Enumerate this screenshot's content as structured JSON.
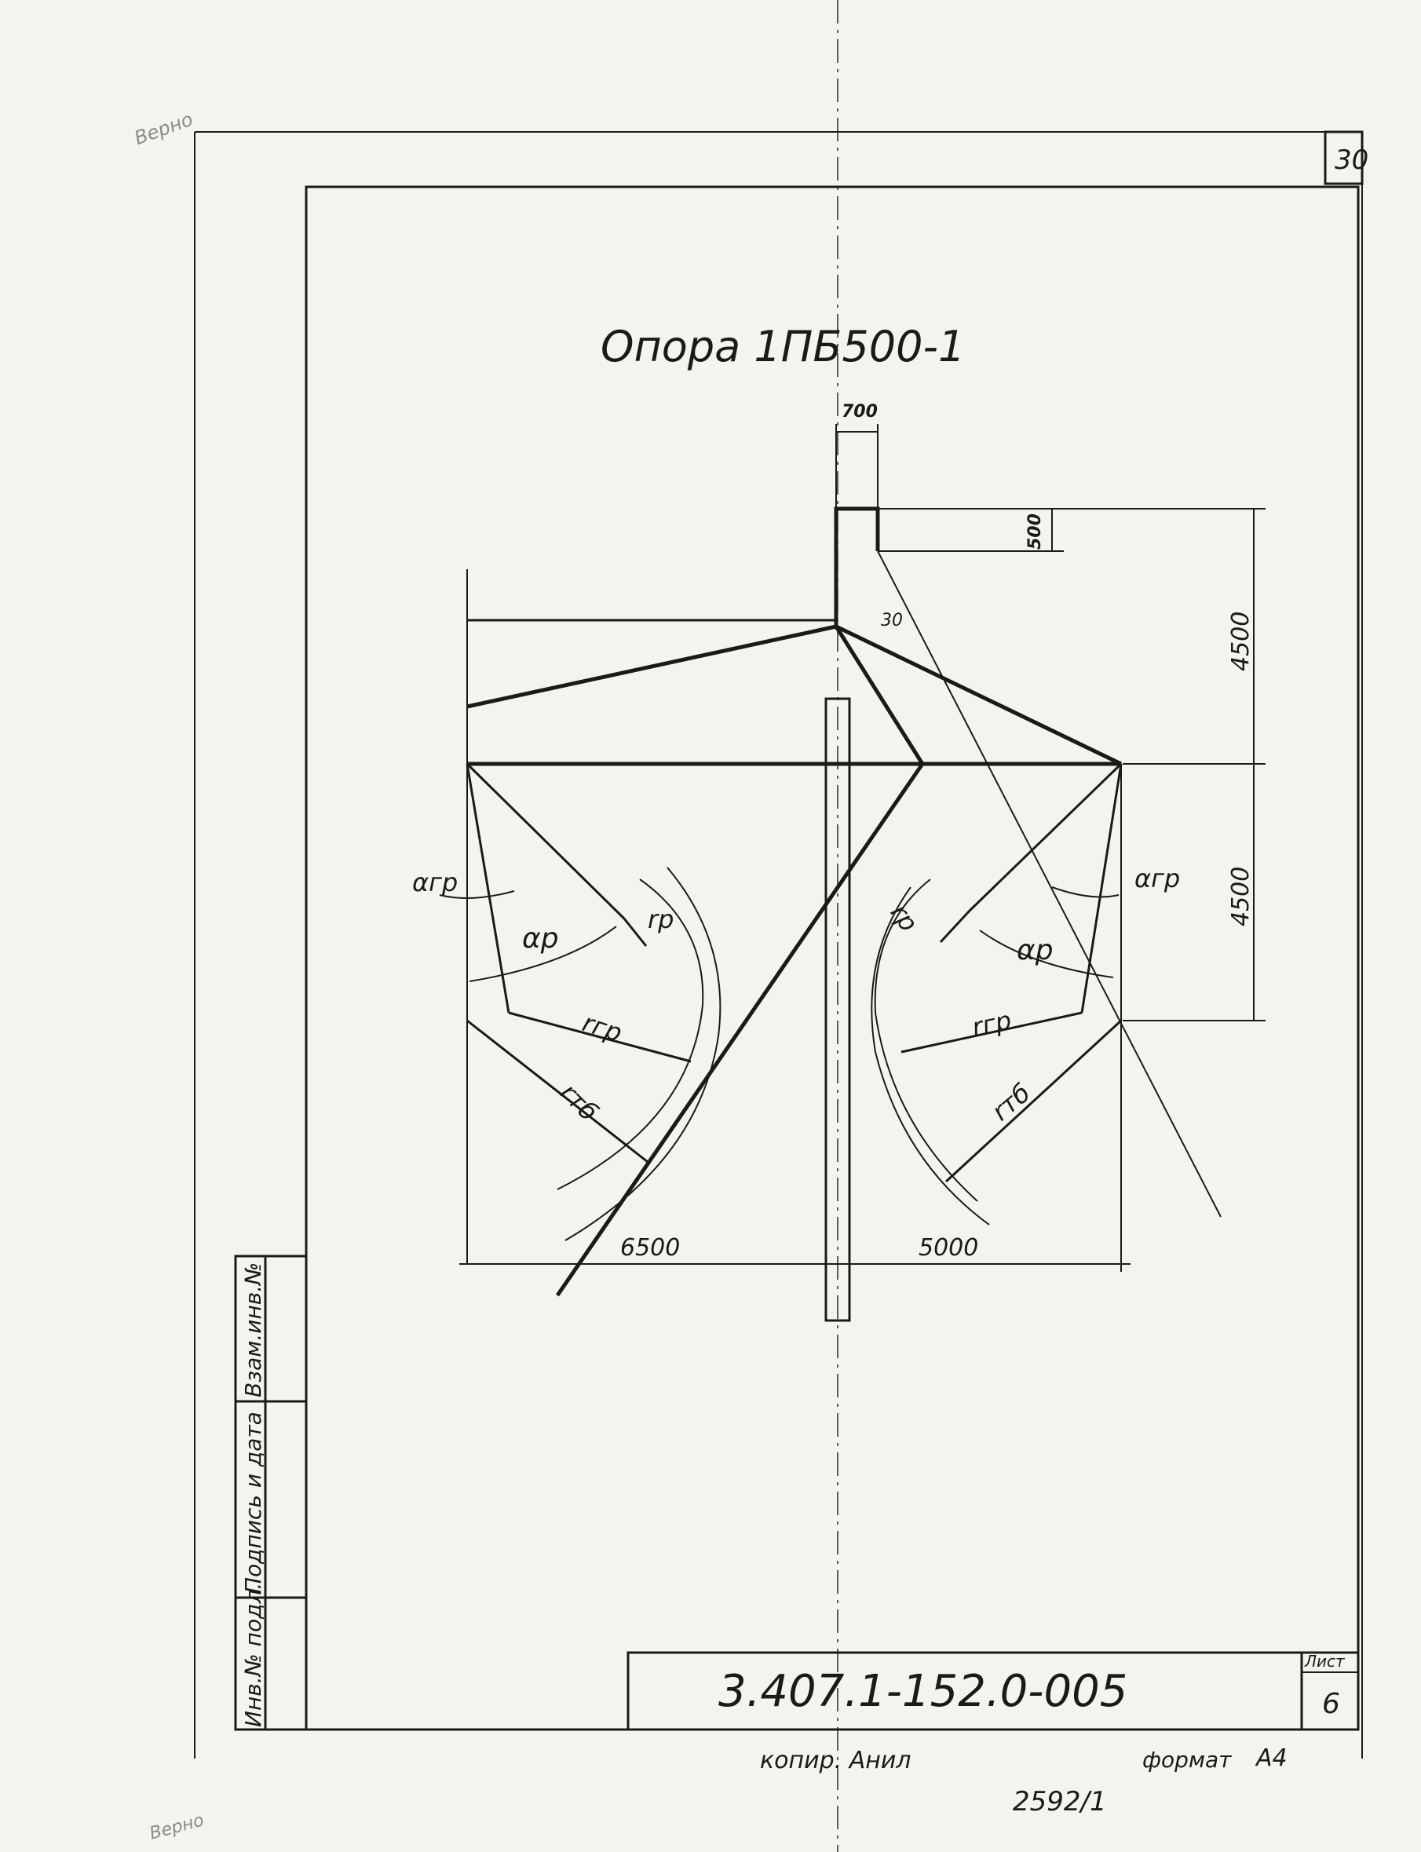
{
  "sheet_number_top": "30",
  "drawing_title": "Опора 1ПБ500-1",
  "dimensions": {
    "top_width": "700",
    "top_offset": "500",
    "upper_height": "4500",
    "lower_height": "4500",
    "left_span": "6500",
    "right_span": "5000",
    "angle": "30"
  },
  "labels": {
    "alpha_gr": "αгр",
    "alpha_p": "αр",
    "r_p": "rр",
    "r_gr": "rгр",
    "r_tb": "rтб"
  },
  "side_columns": {
    "inv_podl": "Инв.№ подл.",
    "podpis_data": "Подпись и дата",
    "vzam_inv": "Взам.инв.№"
  },
  "title_block": {
    "doc_code": "3.407.1-152.0-005",
    "list_label": "Лист",
    "list_number": "6"
  },
  "footer": {
    "kopir": "копир. Анил",
    "format_label": "формат",
    "format_value": "А4",
    "archive_number": "2592/1"
  },
  "stamps": {
    "top_left": "Верно",
    "bottom_left": "Верно"
  }
}
